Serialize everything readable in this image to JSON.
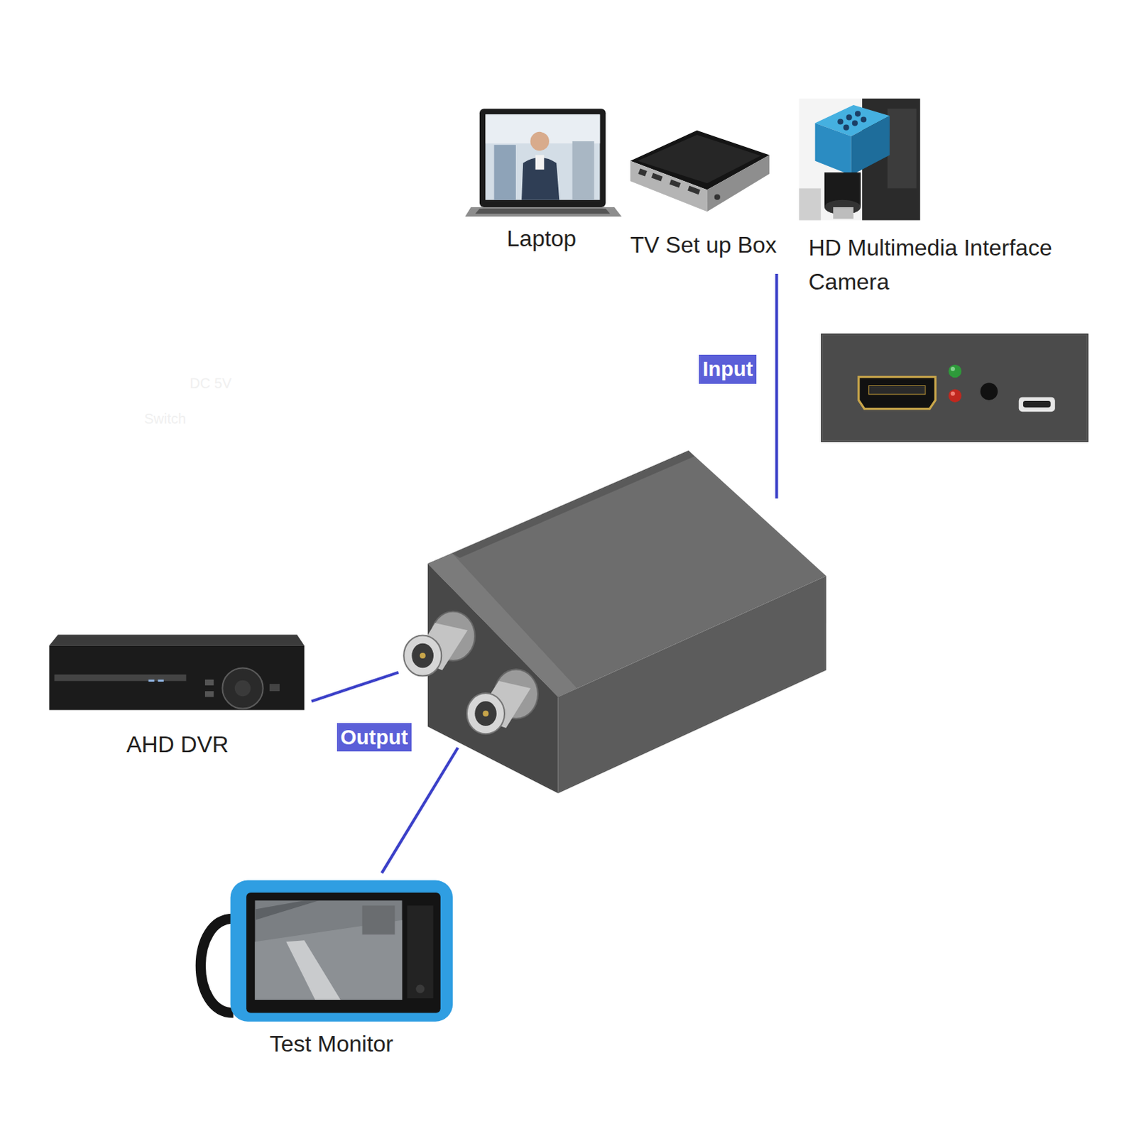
{
  "diagram": {
    "nodes": [
      {
        "text": [
          "Laptop"
        ]
      },
      {
        "text": [
          "TV Set up Box"
        ]
      },
      {
        "text": [
          "HD Multimedia Interface Camera"
        ]
      },
      {
        "text": [
          "DC 5V",
          "Switch"
        ]
      },
      {
        "text": []
      },
      {
        "text": [
          "AHD DVR"
        ]
      },
      {
        "text": [
          "Test Monitor"
        ]
      }
    ],
    "edges": [
      {
        "from": 2,
        "to": 4,
        "label": "Input",
        "arrow": "none"
      },
      {
        "from": 4,
        "to": 5,
        "arrow": "none"
      },
      {
        "from": 4,
        "to": 6,
        "arrow": "none"
      }
    ],
    "labels": [
      "Output"
    ]
  }
}
